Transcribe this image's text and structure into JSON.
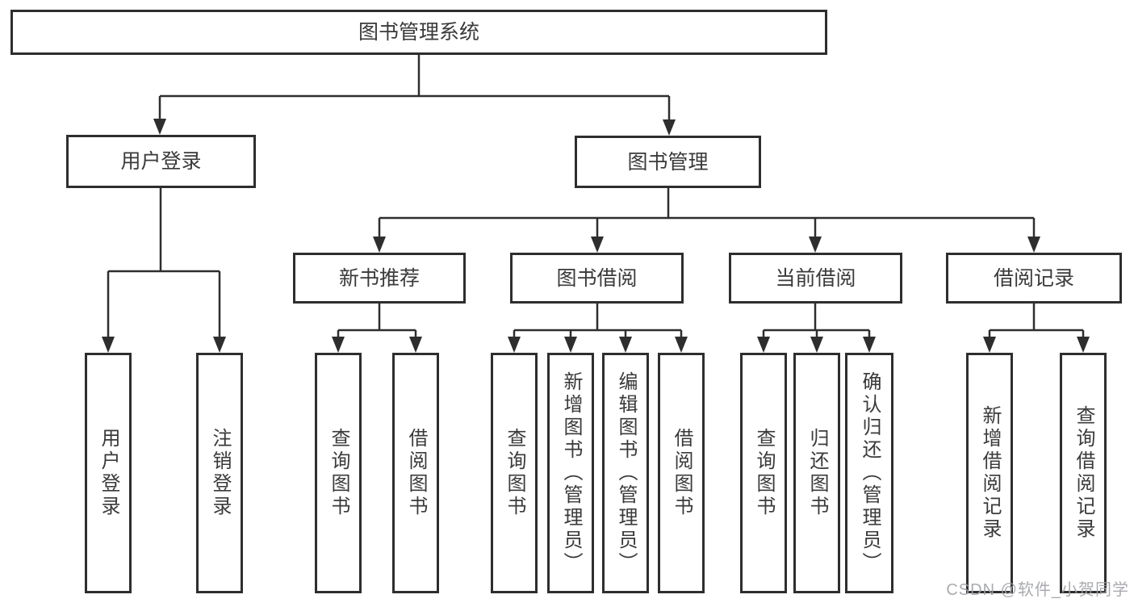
{
  "diagram": {
    "title": "图书管理系统",
    "level2": [
      "用户登录",
      "图书管理"
    ],
    "level3": [
      "新书推荐",
      "图书借阅",
      "当前借阅",
      "借阅记录"
    ],
    "leaves": {
      "user_login": [
        "用户登录",
        "注销登录"
      ],
      "new_book": [
        "查询图书",
        "借阅图书"
      ],
      "book_borrow": [
        "查询图书",
        "新增图书（管理员）",
        "编辑图书（管理员）",
        "借阅图书"
      ],
      "current_borrow": [
        "查询图书",
        "归还图书",
        "确认归还（管理员）"
      ],
      "borrow_record": [
        "新增借阅记录",
        "查询借阅记录"
      ]
    }
  },
  "watermark": "CSDN @软件_小贺同学",
  "colors": {
    "line": "#2e2e2e",
    "text": "#3a3a3a",
    "background": "#ffffff",
    "watermark": "#a0a2a7"
  }
}
